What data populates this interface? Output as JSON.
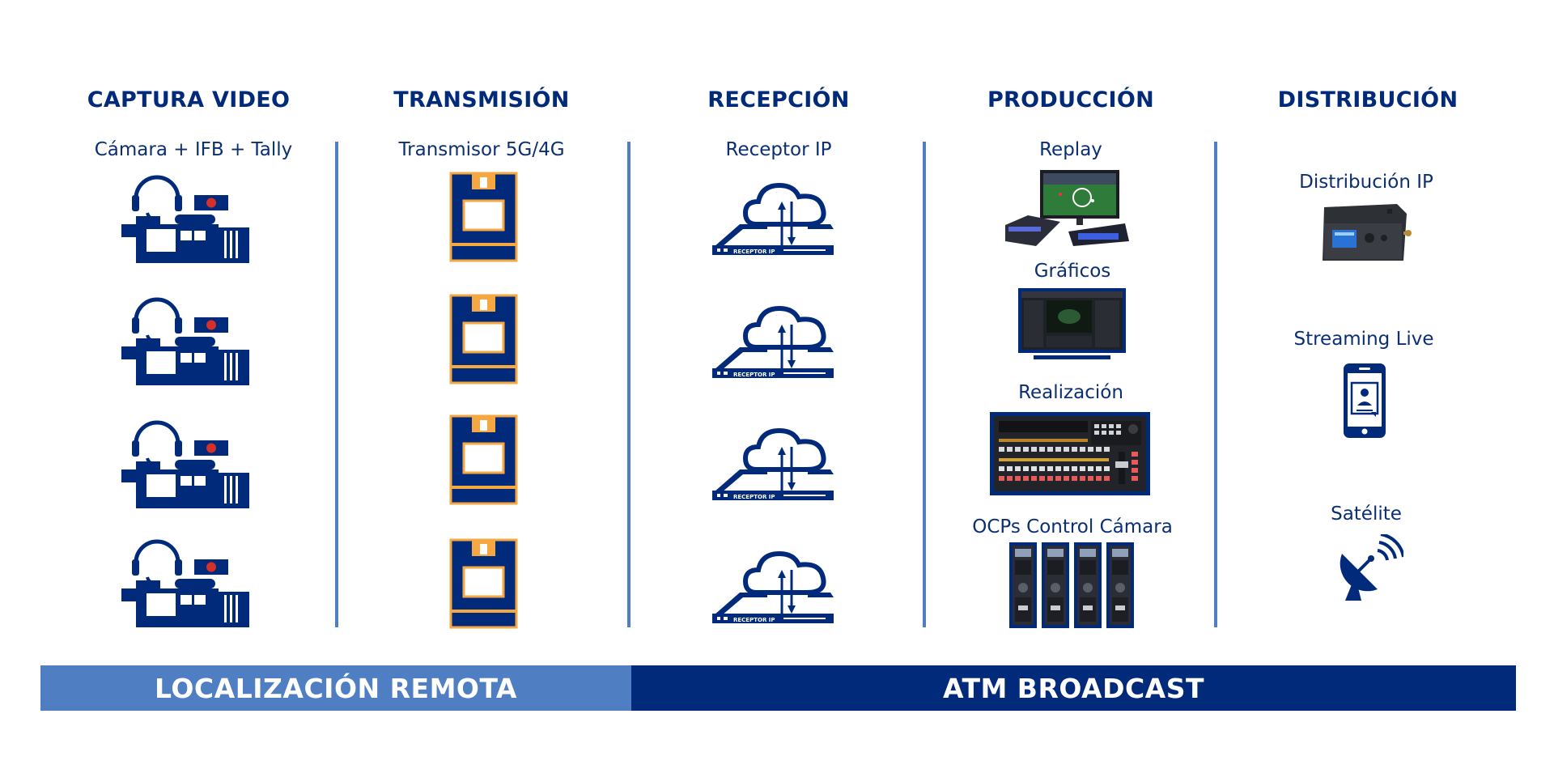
{
  "columns": [
    {
      "title": "CAPTURA VIDEO",
      "items": [
        {
          "label": "Cámara + IFB + Tally"
        }
      ]
    },
    {
      "title": "TRANSMISIÓN",
      "items": [
        {
          "label": "Transmisor 5G/4G"
        }
      ]
    },
    {
      "title": "RECEPCIÓN",
      "items": [
        {
          "label": "Receptor IP"
        }
      ]
    },
    {
      "title": "PRODUCCIÓN",
      "items": [
        {
          "label": "Replay"
        },
        {
          "label": "Gráficos"
        },
        {
          "label": "Realización"
        },
        {
          "label": "OCPs Control Cámara"
        }
      ]
    },
    {
      "title": "DISTRIBUCIÓN",
      "items": [
        {
          "label": "Distribución IP"
        },
        {
          "label": "Streaming Live"
        },
        {
          "label": "Satélite"
        }
      ]
    }
  ],
  "receptor_badge": "RECEPTOR IP",
  "bars": {
    "left": "LOCALIZACIÓN REMOTA",
    "right": "ATM BROADCAST"
  },
  "colors": {
    "navy": "#022a7a",
    "steel": "#4f7fc2",
    "orange": "#f5a742"
  }
}
